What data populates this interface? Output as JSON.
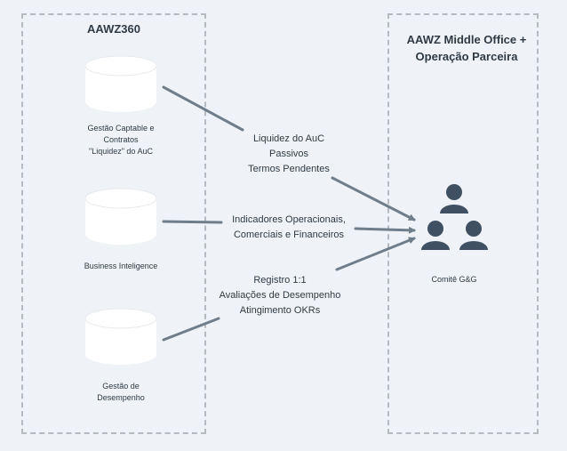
{
  "groups": {
    "left": {
      "title": "AAWZ360"
    },
    "right": {
      "title_line1": "AAWZ Middle Office +",
      "title_line2": "Operação Parceira"
    }
  },
  "systems": [
    {
      "icon": "database-icon",
      "label_lines": [
        "Gestão Captable e",
        "Contratos",
        "\"Liquidez\" do AuC"
      ]
    },
    {
      "icon": "database-icon",
      "label_lines": [
        "Business Inteligence"
      ]
    },
    {
      "icon": "database-icon",
      "label_lines": [
        "Gestão de",
        "Desempenho"
      ]
    }
  ],
  "flows": [
    {
      "lines": [
        "Liquidez do AuC",
        "Passivos",
        "Termos Pendentes"
      ]
    },
    {
      "lines": [
        "Indicadores Operacionais,",
        "Comerciais e Financeiros"
      ]
    },
    {
      "lines": [
        "Registro 1:1",
        "Avaliações de Desempenho",
        "Atingimento OKRs"
      ]
    }
  ],
  "target": {
    "icon": "group-users-icon",
    "label": "Comitê G&G"
  },
  "colors": {
    "arrow": "#6f7e8a",
    "icon": "#3f5063",
    "background": "#eff3f7"
  }
}
